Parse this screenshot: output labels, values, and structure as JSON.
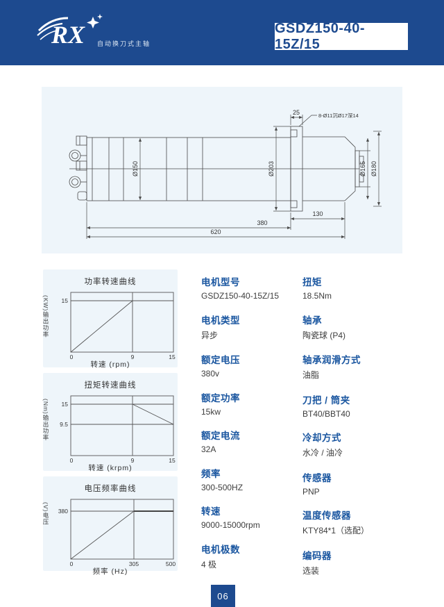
{
  "page": {
    "bg": "#ffffff",
    "accent_blue": "#1d4a8f",
    "panel_bg": "#eef5fa",
    "label_blue": "#1a56a0"
  },
  "header": {
    "logo": "RX",
    "logo_icon": "swoosh-star-logo",
    "tagline": "自动换刀式主轴",
    "model": "GSDZ150-40-15Z/15"
  },
  "drawing": {
    "description": "spindle-technical-drawing",
    "dim_labels": {
      "body_diameter": "Ø150",
      "flange_diameter": "Ø203",
      "rear_diameter_inner": "Ø165",
      "rear_diameter_outer": "Ø180",
      "flange_width": "25",
      "rear_length": "130",
      "body_length": "380",
      "overall_length": "620",
      "holes_note": "8-Ø11沉Ø17深14"
    }
  },
  "chart_data": [
    {
      "type": "line",
      "title": "功率转速曲线",
      "ylabel": "输出功率",
      "ylabel_unit": "(KW)",
      "xlabel": "转速 (rpm)",
      "yticks": [
        "15"
      ],
      "xticks": [
        "0",
        "9",
        "15"
      ],
      "x": [
        0,
        9,
        15
      ],
      "y": [
        0,
        15,
        15
      ],
      "xlim": [
        0,
        15
      ],
      "ylim": [
        0,
        17
      ],
      "grid": "box",
      "legend": "none"
    },
    {
      "type": "line",
      "title": "扭矩转速曲线",
      "ylabel": "输出功率",
      "ylabel_unit": "(Nm)",
      "xlabel": "转速 (krpm)",
      "yticks": [
        "15",
        "9.5"
      ],
      "xticks": [
        "0",
        "9",
        "15"
      ],
      "x": [
        0,
        9,
        15
      ],
      "y": [
        15,
        15,
        9.5
      ],
      "xlim": [
        0,
        15
      ],
      "ylim": [
        0,
        17
      ],
      "grid": "box",
      "legend": "none"
    },
    {
      "type": "line",
      "title": "电压频率曲线",
      "ylabel": "电压",
      "ylabel_unit": "(V)",
      "xlabel": "频率 (Hz)",
      "yticks": [
        "380"
      ],
      "xticks": [
        "0",
        "305",
        "500"
      ],
      "x": [
        0,
        305,
        500
      ],
      "y": [
        0,
        380,
        380
      ],
      "xlim": [
        0,
        500
      ],
      "ylim": [
        0,
        430
      ],
      "grid": "box",
      "legend": "none"
    }
  ],
  "specs": {
    "left": [
      {
        "label": "电机型号",
        "value": "GSDZ150-40-15Z/15"
      },
      {
        "label": "电机类型",
        "value": "异步"
      },
      {
        "label": "额定电压",
        "value": "380v"
      },
      {
        "label": "额定功率",
        "value": "15kw"
      },
      {
        "label": "额定电流",
        "value": "32A"
      },
      {
        "label": "频率",
        "value": "300-500HZ"
      },
      {
        "label": "转速",
        "value": "9000-15000rpm"
      },
      {
        "label": "电机极数",
        "value": "4 极"
      }
    ],
    "right": [
      {
        "label": "扭矩",
        "value": "18.5Nm"
      },
      {
        "label": "轴承",
        "value": "陶瓷球 (P4)"
      },
      {
        "label": "轴承润滑方式",
        "value": "油脂"
      },
      {
        "label": "刀把 / 筒夹",
        "value": "BT40/BBT40"
      },
      {
        "label": "冷却方式",
        "value": "水冷 / 油冷"
      },
      {
        "label": "传感器",
        "value": "PNP"
      },
      {
        "label": "温度传感器",
        "value": "KTY84*1（选配）"
      },
      {
        "label": "编码器",
        "value": "选装"
      }
    ]
  },
  "footer": {
    "page_number": "06"
  }
}
